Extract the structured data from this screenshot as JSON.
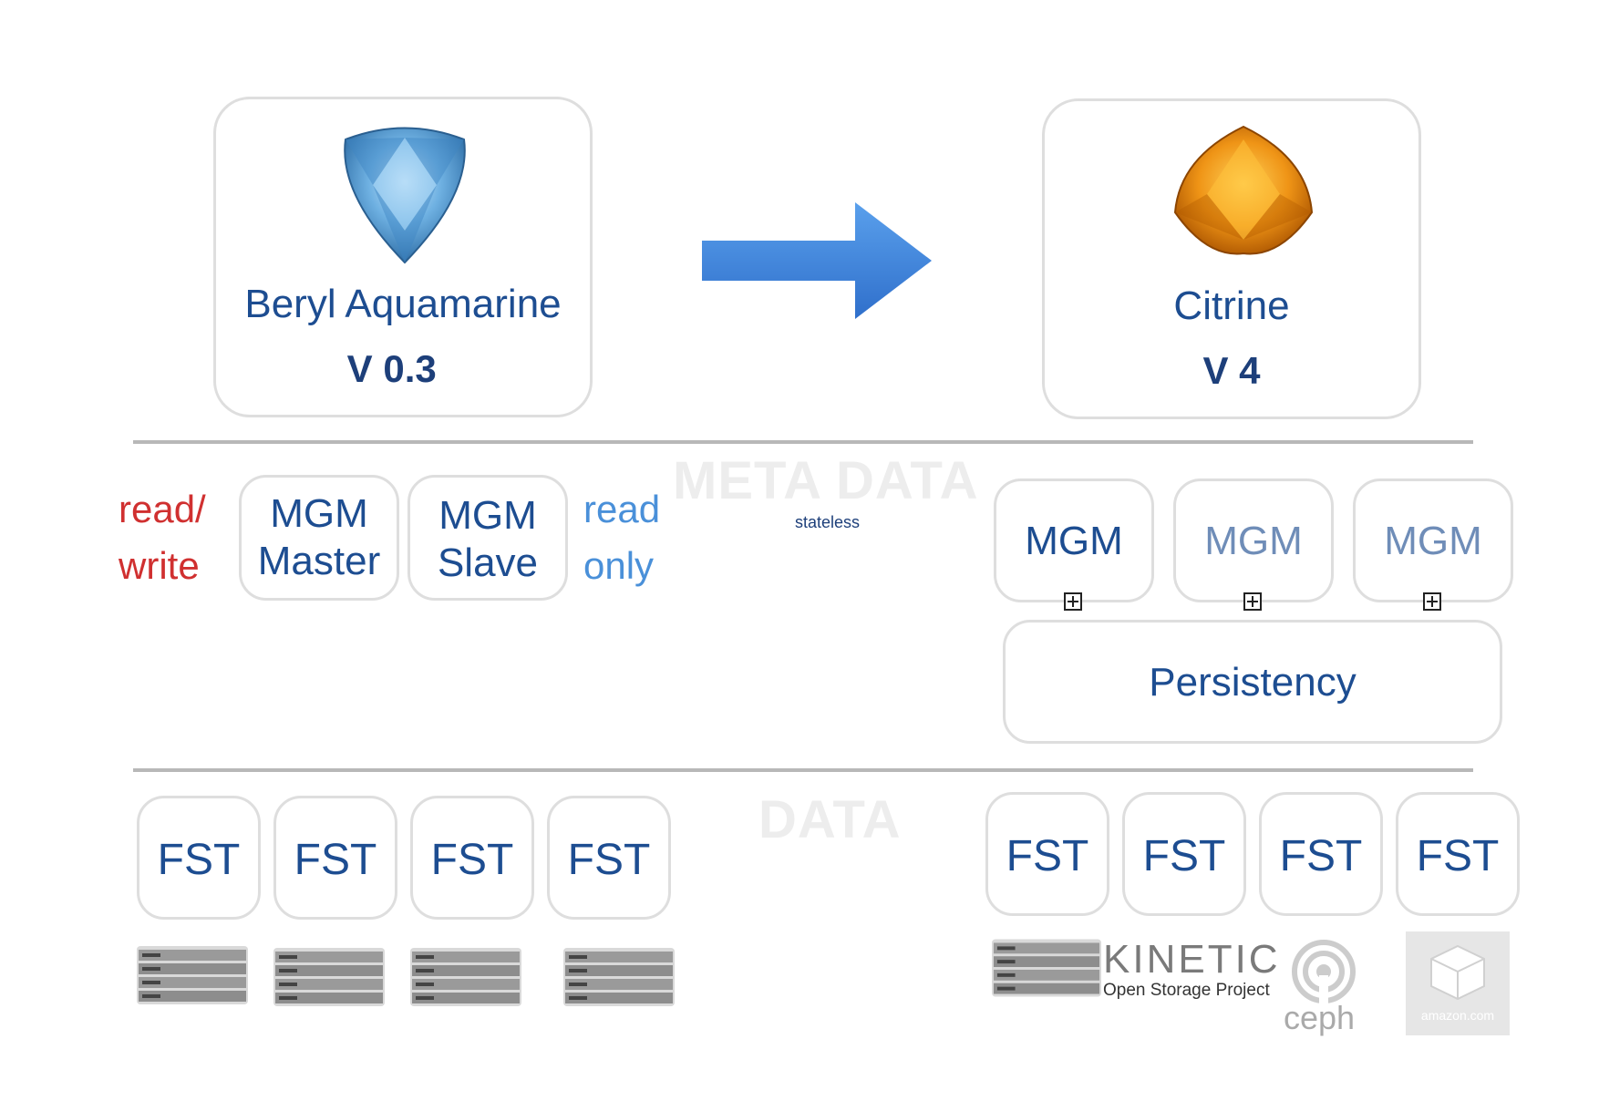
{
  "versions": {
    "old": {
      "name": "Beryl Aquamarine",
      "version": "V 0.3",
      "gem": "aquamarine-gem-icon",
      "color": "#4a90c8"
    },
    "new": {
      "name": "Citrine",
      "version": "V 4",
      "gem": "citrine-gem-icon",
      "color": "#e08a10"
    }
  },
  "sections": {
    "meta": "META DATA",
    "data": "DATA"
  },
  "meta_left": {
    "rw_line1": "read/",
    "rw_line2": "write",
    "master_line1": "MGM",
    "master_line2": "Master",
    "slave_line1": "MGM",
    "slave_line2": "Slave",
    "ro_line1": "read",
    "ro_line2": "only"
  },
  "meta_right": {
    "stateless": "stateless",
    "mgm": [
      "MGM",
      "MGM",
      "MGM"
    ],
    "persistency": "Persistency"
  },
  "data_left": {
    "fst": [
      "FST",
      "FST",
      "FST",
      "FST"
    ]
  },
  "data_right": {
    "fst": [
      "FST",
      "FST",
      "FST",
      "FST"
    ],
    "kinetic_title": "KINETIC",
    "kinetic_sub": "Open Storage Project",
    "ceph": "ceph",
    "amazon": "amazon.com"
  },
  "colors": {
    "text_dark_blue": "#1d4d91",
    "red": "#d03030",
    "blue": "#4a90d9",
    "arrow": "#3a7fd6"
  }
}
